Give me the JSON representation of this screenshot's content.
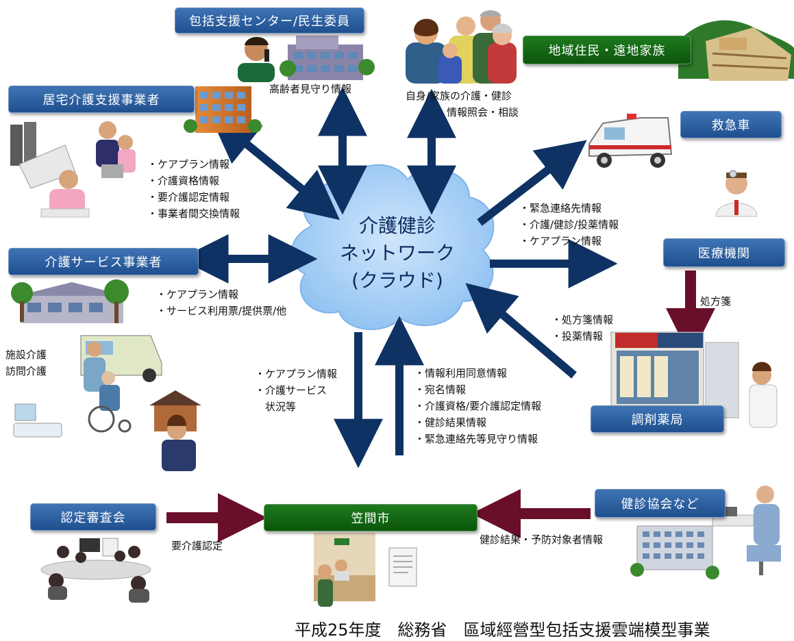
{
  "cloud": {
    "line1": "介護健診",
    "line2": "ネットワーク",
    "line3": "(クラウド)"
  },
  "boxes": {
    "houkatsu": "包括支援センター/民生委員",
    "kyotaku": "居宅介護支援事業者",
    "kaigo_service": "介護サービス事業者",
    "chiiki": "地域住民・遠地家族",
    "kyukyusha": "救急車",
    "iryo": "医療機関",
    "chozai": "調剤薬局",
    "nintei": "認定審査会",
    "kasama": "笠間市",
    "kenshin_kyokai": "健診協会など"
  },
  "labels": {
    "koreisha": "高齢者見守り情報",
    "jishin_line1": "自身/家族の介護・健診",
    "jishin_line2": "情報照会・相談",
    "shisetsu_line1": "施設介護",
    "shisetsu_line2": "訪問介護",
    "shohousen": "処方箋",
    "yokaigo_nintei": "要介護認定",
    "kenshin_kekka": "健診結果・予防対象者情報",
    "footer": "平成25年度　総務省　區域經營型包括支援雲端模型事業"
  },
  "lists": {
    "kyotaku": [
      "ケアプラン情報",
      "介護資格情報",
      "要介護認定情報",
      "事業者間交換情報"
    ],
    "kaigo_service": [
      "ケアプラン情報",
      "サービス利用票/提供票/他"
    ],
    "kyukyu": [
      "緊急連絡先情報",
      "介護/健診/投薬情報",
      "ケアプラン情報"
    ],
    "yakkyoku": [
      "処方箋情報",
      "投薬情報"
    ],
    "down_left": [
      "ケアプラン情報",
      "介護サービス"
    ],
    "down_left_cont": "状況等",
    "up_right": [
      "情報利用同意情報",
      "宛名情報",
      "介護資格/要介護認定情報",
      "健診結果情報",
      "緊急連絡先等見守り情報"
    ]
  },
  "colors": {
    "arrow_navy": "#0f3264",
    "arrow_maroon": "#6a0f2a",
    "box_blue": "#2a5c9c",
    "box_green": "#0e640e",
    "cloud": "#a9d2f7"
  }
}
